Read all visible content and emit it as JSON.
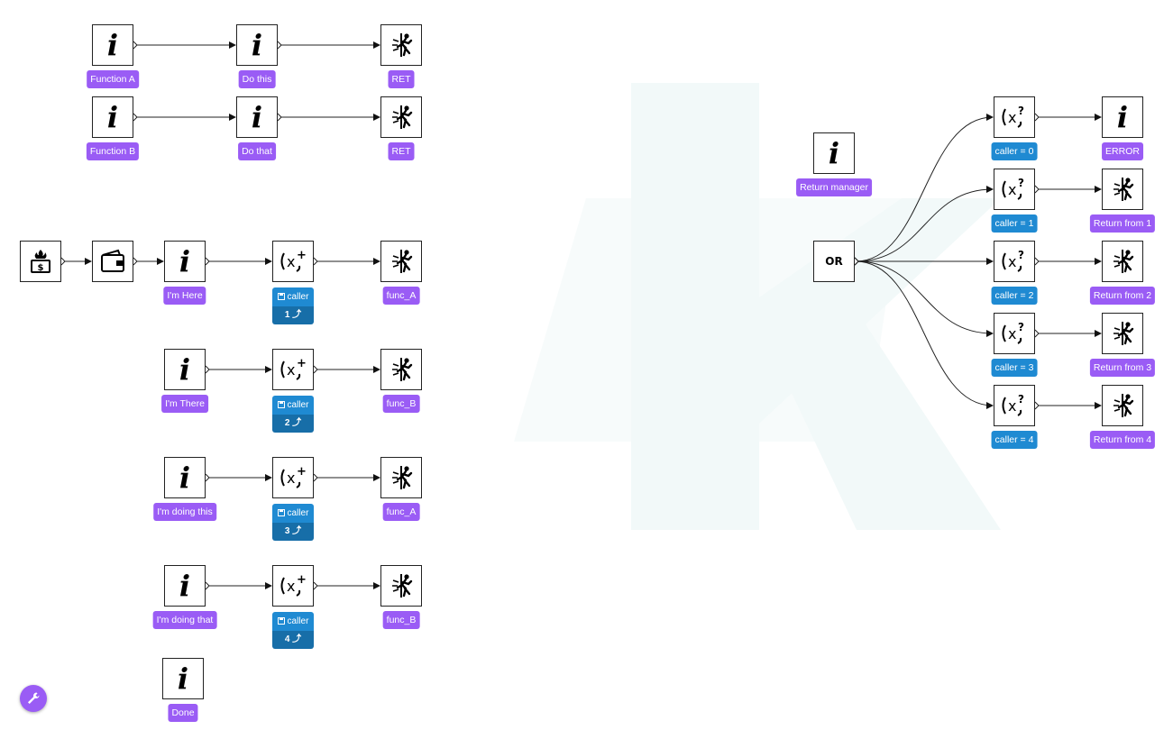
{
  "colors": {
    "label_purple": "#9a5cf5",
    "label_blue": "#1f8ad2",
    "var_dark": "#176ea8",
    "watermark": "#f2f9f9"
  },
  "watermark": {
    "icon": "k-logo-watermark"
  },
  "tool_button": {
    "icon": "wrench-icon"
  },
  "nodes": [
    {
      "id": "fa_i",
      "type": "info",
      "label": "Function A",
      "color": "purple"
    },
    {
      "id": "fa_do",
      "type": "info",
      "label": "Do this",
      "color": "purple"
    },
    {
      "id": "fa_ret",
      "type": "exit",
      "label": "RET",
      "color": "purple"
    },
    {
      "id": "fb_i",
      "type": "info",
      "label": "Function B",
      "color": "purple"
    },
    {
      "id": "fb_do",
      "type": "info",
      "label": "Do that",
      "color": "purple"
    },
    {
      "id": "fb_ret",
      "type": "exit",
      "label": "RET",
      "color": "purple"
    },
    {
      "id": "start",
      "type": "start",
      "label": ""
    },
    {
      "id": "wallet",
      "type": "wallet",
      "label": ""
    },
    {
      "id": "m1_i",
      "type": "info",
      "label": "I'm Here",
      "color": "purple"
    },
    {
      "id": "m1_v",
      "type": "setvar",
      "var": "caller",
      "value": "1 ⤴"
    },
    {
      "id": "m1_x",
      "type": "exit",
      "label": "func_A",
      "color": "purple"
    },
    {
      "id": "m2_i",
      "type": "info",
      "label": "I'm There",
      "color": "purple"
    },
    {
      "id": "m2_v",
      "type": "setvar",
      "var": "caller",
      "value": "2 ⤴"
    },
    {
      "id": "m2_x",
      "type": "exit",
      "label": "func_B",
      "color": "purple"
    },
    {
      "id": "m3_i",
      "type": "info",
      "label": "I'm doing this",
      "color": "purple"
    },
    {
      "id": "m3_v",
      "type": "setvar",
      "var": "caller",
      "value": "3 ⤴"
    },
    {
      "id": "m3_x",
      "type": "exit",
      "label": "func_A",
      "color": "purple"
    },
    {
      "id": "m4_i",
      "type": "info",
      "label": "I'm doing that",
      "color": "purple"
    },
    {
      "id": "m4_v",
      "type": "setvar",
      "var": "caller",
      "value": "4 ⤴"
    },
    {
      "id": "m4_x",
      "type": "exit",
      "label": "func_B",
      "color": "purple"
    },
    {
      "id": "done",
      "type": "info",
      "label": "Done",
      "color": "purple"
    },
    {
      "id": "rm",
      "type": "info",
      "label": "Return manager",
      "color": "purple"
    },
    {
      "id": "or",
      "type": "or",
      "label": "",
      "text": "OR"
    },
    {
      "id": "c0",
      "type": "condvar",
      "label": "caller = 0",
      "color": "blue"
    },
    {
      "id": "c1",
      "type": "condvar",
      "label": "caller = 1",
      "color": "blue"
    },
    {
      "id": "c2",
      "type": "condvar",
      "label": "caller = 2",
      "color": "blue"
    },
    {
      "id": "c3",
      "type": "condvar",
      "label": "caller = 3",
      "color": "blue"
    },
    {
      "id": "c4",
      "type": "condvar",
      "label": "caller = 4",
      "color": "blue"
    },
    {
      "id": "r0",
      "type": "info",
      "label": "ERROR",
      "color": "purple"
    },
    {
      "id": "r1",
      "type": "exit",
      "label": "Return from 1",
      "color": "purple"
    },
    {
      "id": "r2",
      "type": "exit",
      "label": "Return from 2",
      "color": "purple"
    },
    {
      "id": "r3",
      "type": "exit",
      "label": "Return from 3",
      "color": "purple"
    },
    {
      "id": "r4",
      "type": "exit",
      "label": "Return from 4",
      "color": "purple"
    }
  ],
  "edges": [
    {
      "from": "fa_i",
      "to": "fa_do"
    },
    {
      "from": "fa_do",
      "to": "fa_ret"
    },
    {
      "from": "fb_i",
      "to": "fb_do"
    },
    {
      "from": "fb_do",
      "to": "fb_ret"
    },
    {
      "from": "start",
      "to": "wallet"
    },
    {
      "from": "wallet",
      "to": "m1_i"
    },
    {
      "from": "m1_i",
      "to": "m1_v"
    },
    {
      "from": "m1_v",
      "to": "m1_x"
    },
    {
      "from": "m2_i",
      "to": "m2_v"
    },
    {
      "from": "m2_v",
      "to": "m2_x"
    },
    {
      "from": "m3_i",
      "to": "m3_v"
    },
    {
      "from": "m3_v",
      "to": "m3_x"
    },
    {
      "from": "m4_i",
      "to": "m4_v"
    },
    {
      "from": "m4_v",
      "to": "m4_x"
    },
    {
      "from": "or",
      "to": "c0"
    },
    {
      "from": "or",
      "to": "c1"
    },
    {
      "from": "or",
      "to": "c2"
    },
    {
      "from": "or",
      "to": "c3"
    },
    {
      "from": "or",
      "to": "c4"
    },
    {
      "from": "c0",
      "to": "r0"
    },
    {
      "from": "c1",
      "to": "r1"
    },
    {
      "from": "c2",
      "to": "r2"
    },
    {
      "from": "c3",
      "to": "r3"
    },
    {
      "from": "c4",
      "to": "r4"
    }
  ]
}
